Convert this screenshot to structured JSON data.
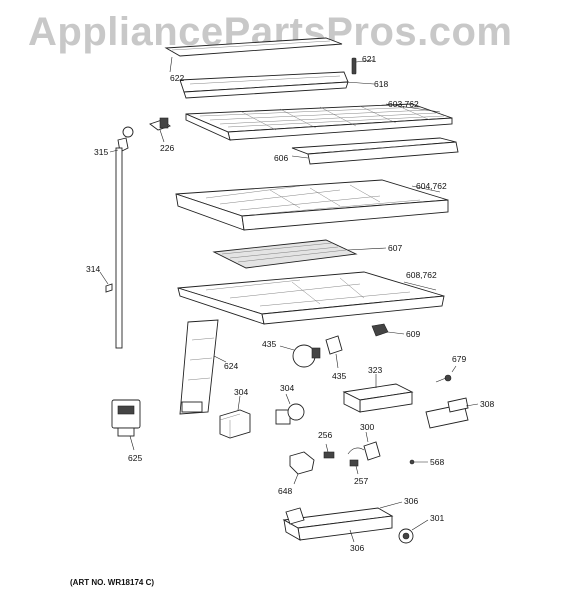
{
  "watermark": "AppliancePartsPros.com",
  "art_number": "(ART NO. WR18174 C)",
  "callouts": {
    "c621": "621",
    "c622": "622",
    "c618": "618",
    "c603": "603,762",
    "c315": "315",
    "c226": "226",
    "c606": "606",
    "c604": "604,762",
    "c607": "607",
    "c314": "314",
    "c608": "608,762",
    "c609": "609",
    "c624": "624",
    "c435a": "435",
    "c435b": "435",
    "c679": "679",
    "c323": "323",
    "c304a": "304",
    "c304b": "304",
    "c308": "308",
    "c625": "625",
    "c256": "256",
    "c300": "300",
    "c568": "568",
    "c648": "648",
    "c257": "257",
    "c306a": "306",
    "c301": "301",
    "c306b": "306"
  }
}
